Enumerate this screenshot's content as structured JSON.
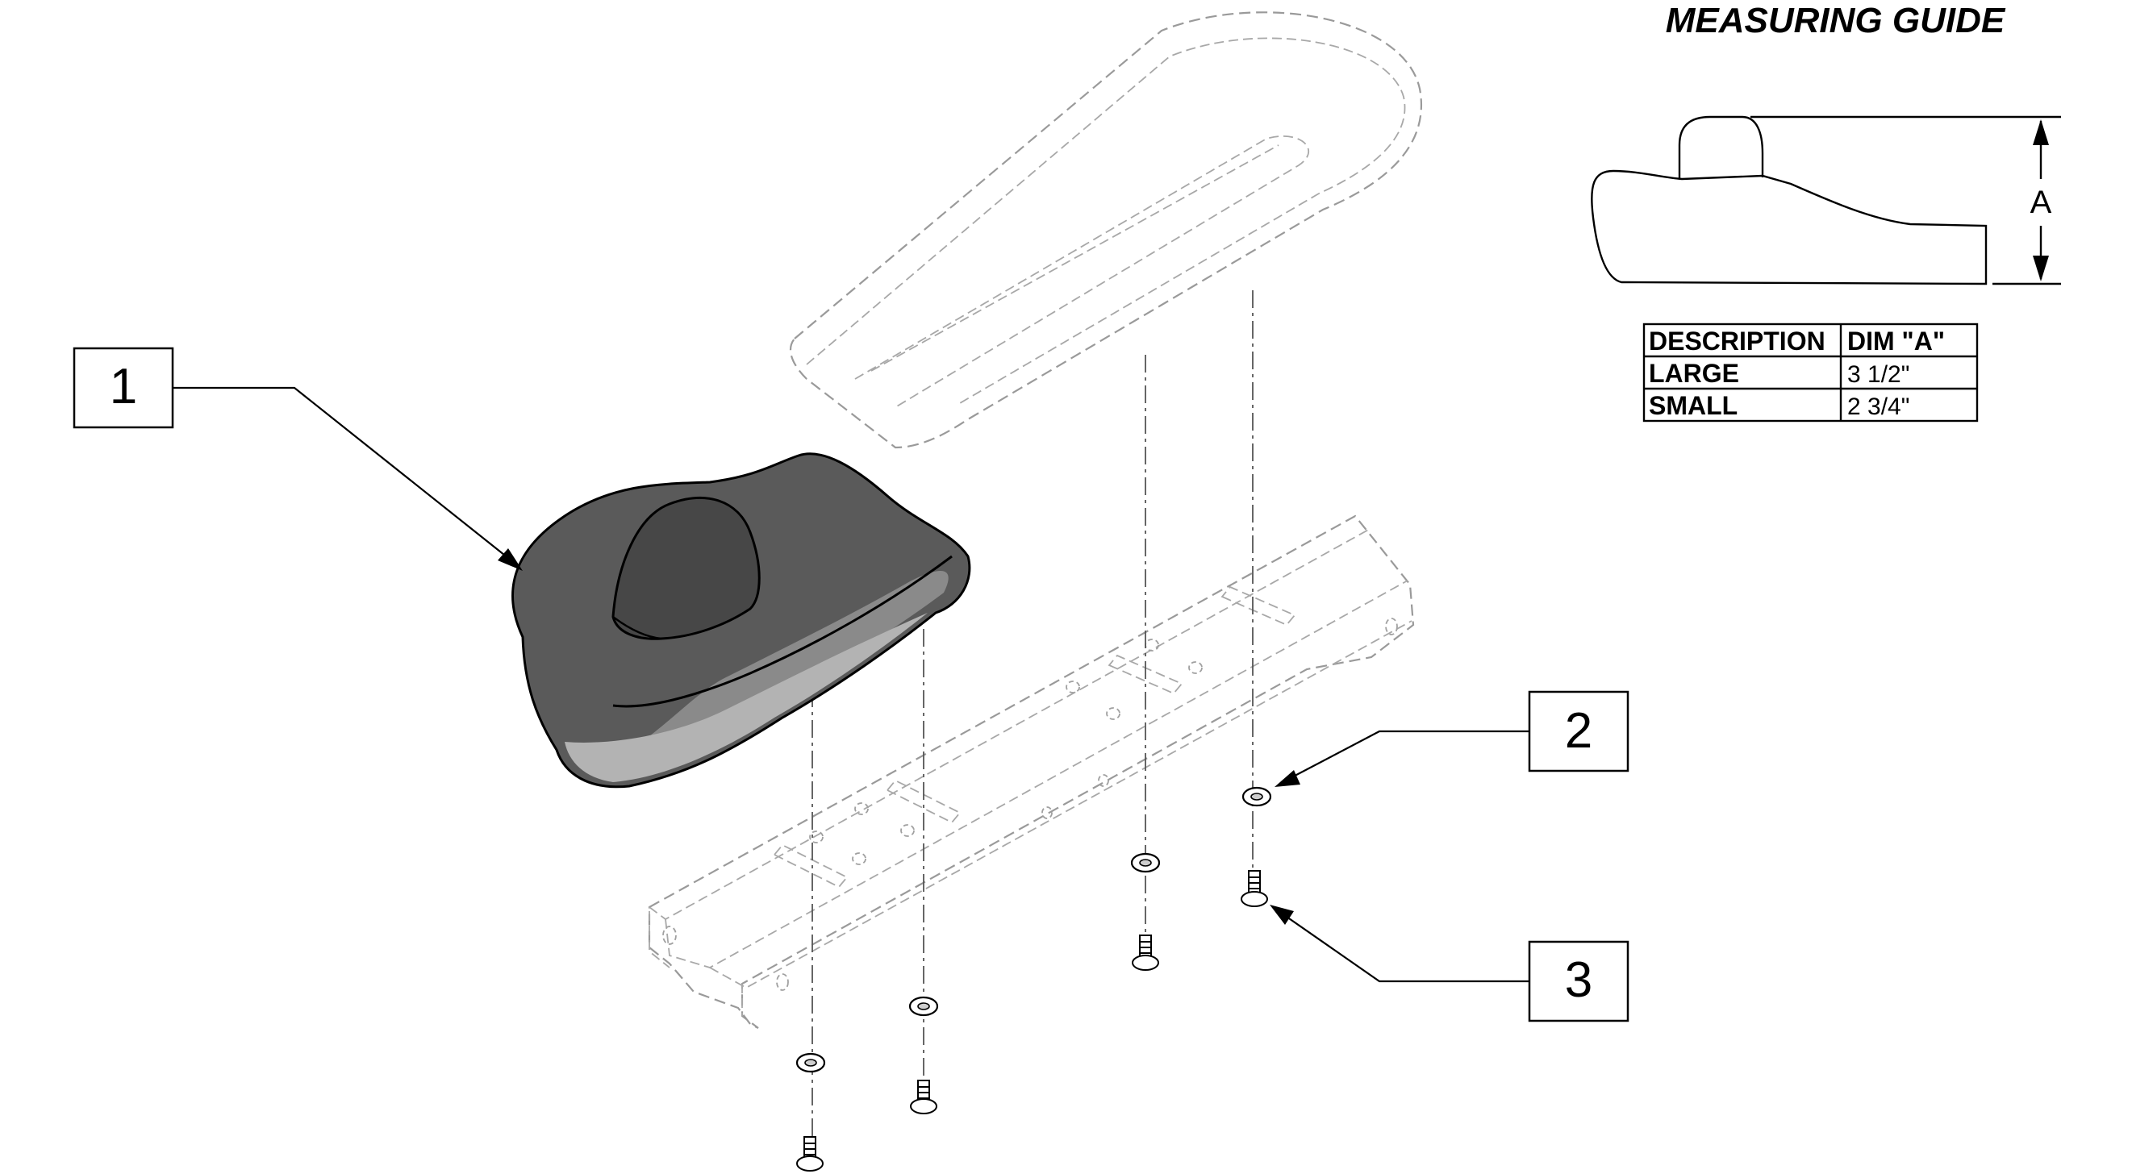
{
  "guide": {
    "title": "MEASURING GUIDE",
    "dimension_letter": "A"
  },
  "table": {
    "headers": [
      "DESCRIPTION",
      "DIM \"A\""
    ],
    "rows": [
      {
        "description": "LARGE",
        "dim": "3 1/2\""
      },
      {
        "description": "SMALL",
        "dim": "2 3/4\""
      }
    ]
  },
  "callouts": [
    {
      "number": "1",
      "part": "arm pad"
    },
    {
      "number": "2",
      "part": "washer"
    },
    {
      "number": "3",
      "part": "screw"
    }
  ],
  "colors": {
    "pad_dark": "#5a5a5a",
    "pad_mid": "#7c7c7c",
    "pad_light": "#a9a9a9",
    "phantom": "#9a9a9a",
    "ink": "#000000"
  }
}
